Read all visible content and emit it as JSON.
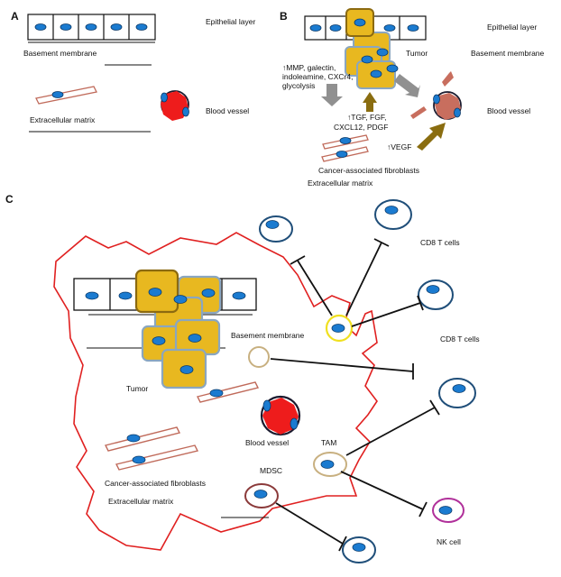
{
  "panels": {
    "a": {
      "letter": "A",
      "epithelial_layer": "Epithelial layer",
      "basement_membrane": "Basement membrane",
      "extracellular_matrix": "Extracellular matrix",
      "blood_vessel": "Blood vessel"
    },
    "b": {
      "letter": "B",
      "epithelial_layer": "Epithelial layer",
      "tumor": "Tumor",
      "basement_membrane": "Basement membrane",
      "blood_vessel": "Blood vessel",
      "secreted_lines": [
        "↑MMP, galectin,",
        "indoleamine, CXCr4,",
        "glycolysis"
      ],
      "growth_factor_lines": [
        "↑TGF, FGF,",
        "CXCL12, PDGF"
      ],
      "vegf": "↑VEGF",
      "caf": "Cancer-associated fibroblasts",
      "extracellular_matrix": "Extracellular matrix"
    },
    "c": {
      "letter": "C",
      "cd8_top": "CD8 T cells",
      "cd8_mid": "CD8 T cells",
      "basement_membrane": "Basement membrane",
      "tumor": "Tumor",
      "blood_vessel": "Blood vessel",
      "tam": "TAM",
      "mdsc": "MDSC",
      "caf": "Cancer-associated fibroblasts",
      "extracellular_matrix": "Extracellular matrix",
      "nk_cell": "NK cell"
    }
  },
  "colors": {
    "tumor_fill": "#e8b820",
    "tumor_border_outer": "#8c6a10",
    "tumor_border": "#8aa6c0",
    "nucleus": "#1b7bd0",
    "nucleus_stroke": "#0a3a6a",
    "fibroblast": "#c06a5a",
    "blood": "#ee1c1c",
    "vessel_outline": "#1a1a2e",
    "tcell": "#1f4e79",
    "mdsc": "#8b3a3a",
    "treg": "#f0e020",
    "tam": "#c8b080",
    "nk": "#b0309a",
    "boundary": "#e02020",
    "arrow_gray": "#909090",
    "arrow_olive": "#8a6d10",
    "arrow_salmon": "#c86e5e",
    "inhibit_line": "#111111"
  }
}
